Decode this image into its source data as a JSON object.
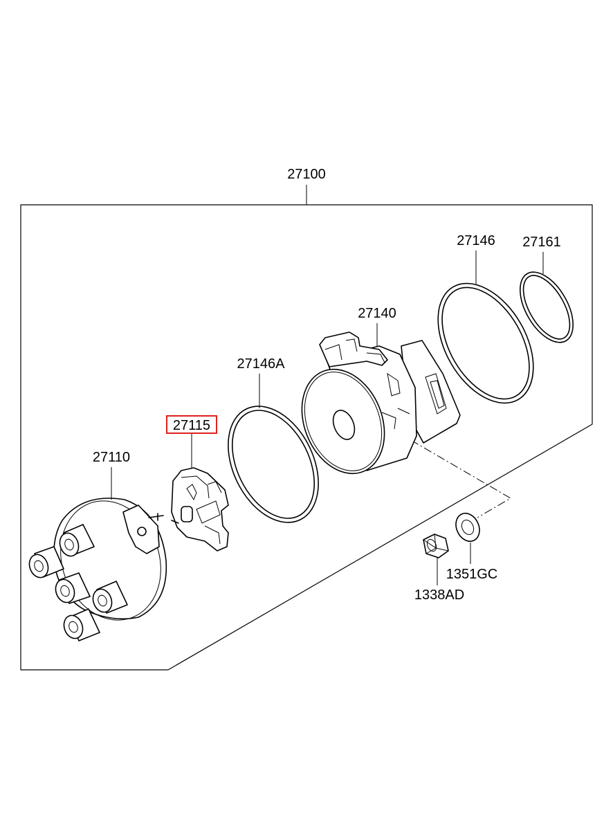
{
  "parts": {
    "assembly": "27100",
    "cap": "27110",
    "rotor": "27115",
    "oring_small": "27146A",
    "housing": "27140",
    "oring_large": "27146",
    "seal": "27161",
    "nut": "1338AD",
    "washer": "1351GC"
  },
  "highlighted_part": "27115",
  "colors": {
    "line": "#000000",
    "highlight": "#e0211d",
    "background": "#ffffff"
  }
}
